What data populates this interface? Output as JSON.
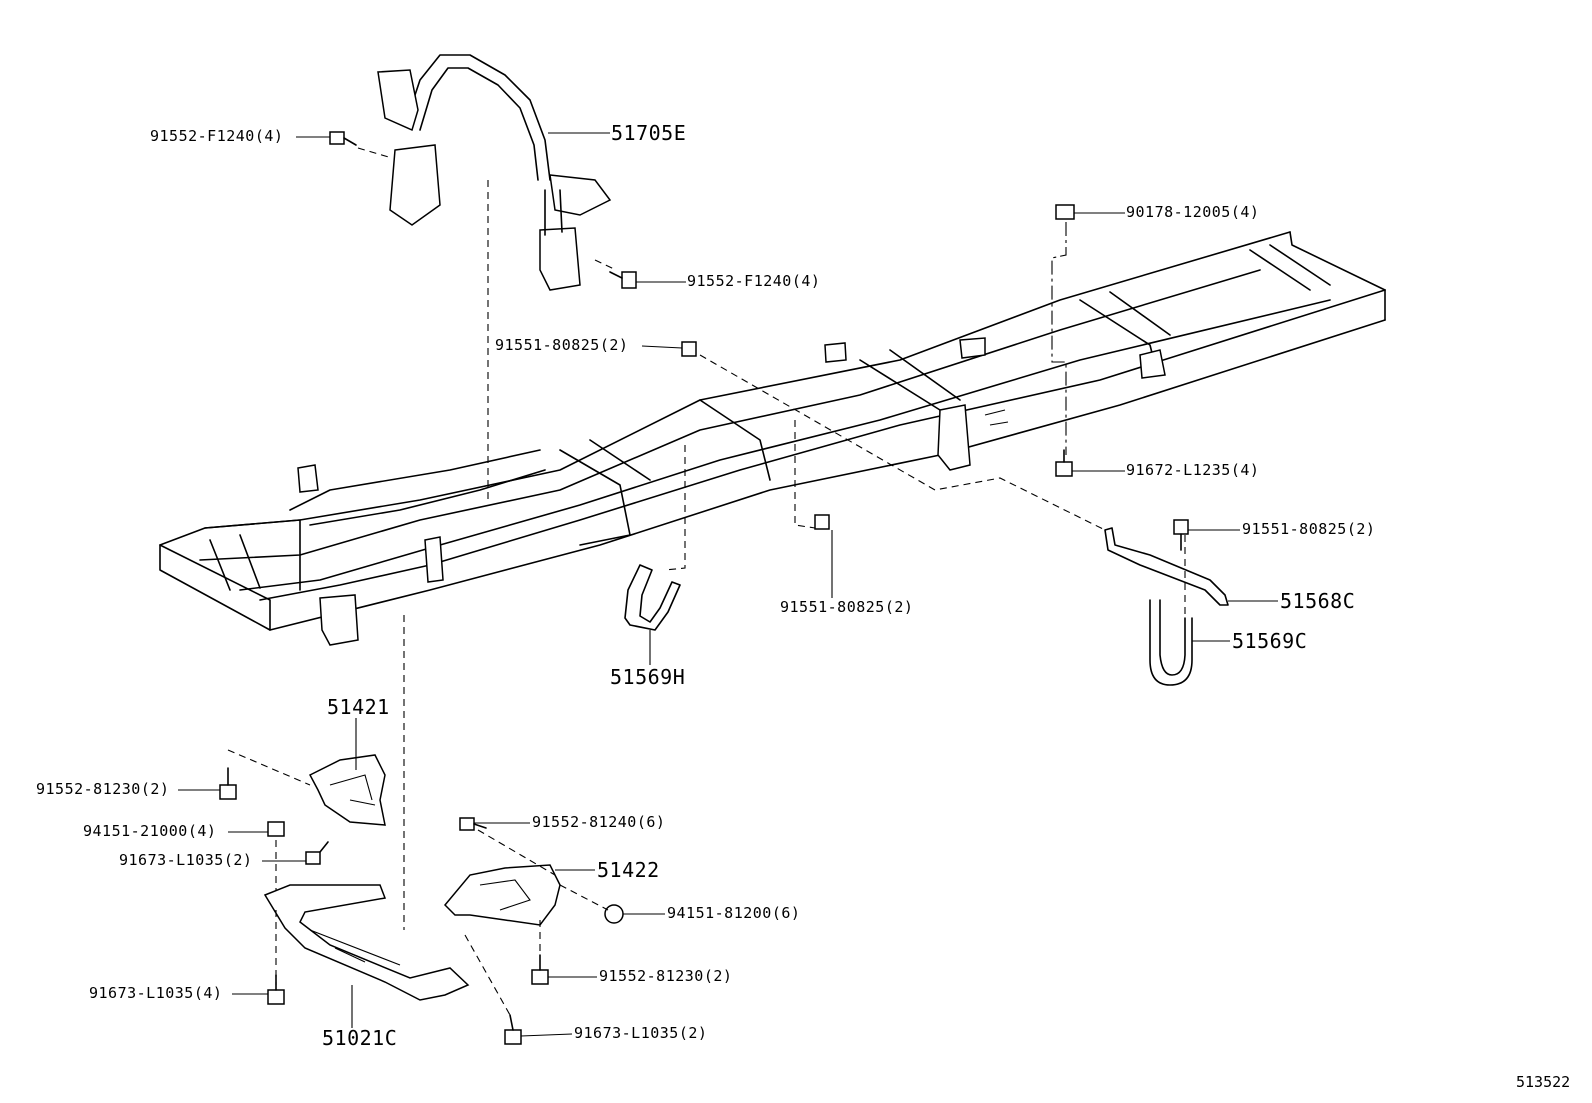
{
  "figure_number": "513522",
  "callouts": {
    "c_51705E": "51705E",
    "c_91552F1240_left": "91552-F1240(4)",
    "c_91552F1240_right": "91552-F1240(4)",
    "c_90178": "90178-12005(4)",
    "c_91551_top": "91551-80825(2)",
    "c_91672": "91672-L1235(4)",
    "c_91551_right": "91551-80825(2)",
    "c_91551_mid": "91551-80825(2)",
    "c_51568C": "51568C",
    "c_51569C": "51569C",
    "c_51569H": "51569H",
    "c_51421": "51421",
    "c_91552_81230_left": "91552-81230(2)",
    "c_94151_21000": "94151-21000(4)",
    "c_91673_L1035_2_left": "91673-L1035(2)",
    "c_91552_81240": "91552-81240(6)",
    "c_51422": "51422",
    "c_94151_81200": "94151-81200(6)",
    "c_91552_81230_right": "91552-81230(2)",
    "c_91673_L1035_4": "91673-L1035(4)",
    "c_91673_L1035_2_bottom": "91673-L1035(2)",
    "c_51021C": "51021C"
  }
}
